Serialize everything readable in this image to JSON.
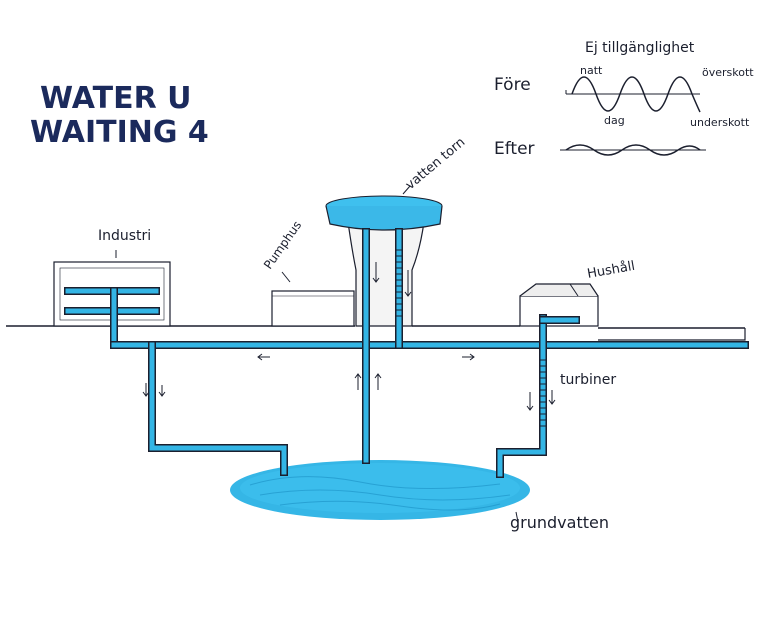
{
  "title": {
    "line1": "WATER U",
    "line2": "WAITING 4"
  },
  "labels": {
    "industri": "Industri",
    "pumphus": "Pumphus",
    "vattentorn": "vatten torn",
    "hushall": "Hushåll",
    "turbiner": "turbiner",
    "grundvatten": "grundvatten"
  },
  "graph": {
    "ej_tillganglighet": "Ej tillgänglighet",
    "fore": "Före",
    "efter": "Efter",
    "natt": "natt",
    "dag": "dag",
    "overskott": "överskott",
    "underskott": "underskott"
  },
  "colors": {
    "water": "#33b5e5",
    "water_dark": "#1a8fc4",
    "ink": "#1b1f2e",
    "title": "#1b2a5c"
  }
}
